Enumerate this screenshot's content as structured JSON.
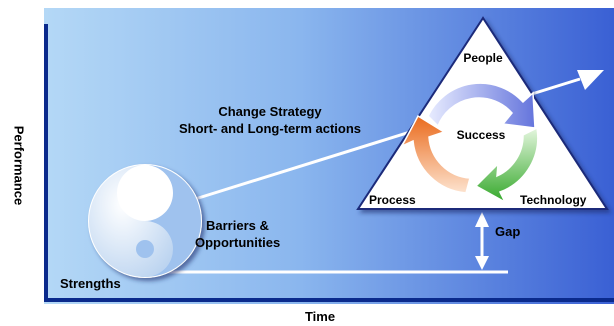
{
  "axes": {
    "y_label": "Performance",
    "x_label": "Time"
  },
  "labels": {
    "strategy_line1": "Change Strategy",
    "strategy_line2": "Short- and Long-term actions",
    "barriers_line1": "Barriers &",
    "barriers_line2": "Opportunities",
    "strengths": "Strengths",
    "gap": "Gap"
  },
  "triangle": {
    "top": "People",
    "bottom_left": "Process",
    "bottom_right": "Technology",
    "center": "Success"
  },
  "colors": {
    "background_left": "#a9d0f4",
    "background_right": "#3d64d6",
    "axis": "#0a2a8c",
    "line": "#ffffff",
    "arrow_blue": "#6f7fe0",
    "arrow_orange": "#ef7a2c",
    "arrow_green": "#3fae2e"
  }
}
